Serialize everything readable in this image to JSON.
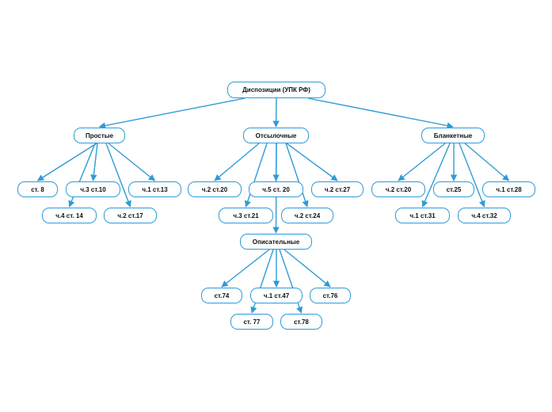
{
  "colors": {
    "edge": "#2f9bd6",
    "node_border": "#2f9bd6",
    "text": "#111111",
    "background": "#ffffff"
  },
  "root": {
    "id": "root",
    "label": "Диспозиции (УПК РФ)"
  },
  "nodes": [
    {
      "id": "root",
      "label": "Диспозиции (УПК РФ)",
      "parent": null
    },
    {
      "id": "simple",
      "label": "Простые",
      "parent": "root"
    },
    {
      "id": "ref",
      "label": "Отсылочные",
      "parent": "root"
    },
    {
      "id": "blank",
      "label": "Бланкетные",
      "parent": "root"
    },
    {
      "id": "st8",
      "label": "ст. 8",
      "parent": "simple"
    },
    {
      "id": "ch3st10",
      "label": "ч.3 ст.10",
      "parent": "simple"
    },
    {
      "id": "ch1st13",
      "label": "ч.1 ст.13",
      "parent": "simple"
    },
    {
      "id": "ch4st14",
      "label": "ч.4 ст. 14",
      "parent": "simple"
    },
    {
      "id": "ch2st17",
      "label": "ч.2 ст.17",
      "parent": "simple"
    },
    {
      "id": "ch2st20a",
      "label": "ч.2 ст.20",
      "parent": "ref"
    },
    {
      "id": "ch5st20",
      "label": "ч.5 ст. 20",
      "parent": "ref"
    },
    {
      "id": "ch2st27",
      "label": "ч.2 ст.27",
      "parent": "ref"
    },
    {
      "id": "ch3st21",
      "label": "ч.3 ст.21",
      "parent": "ref"
    },
    {
      "id": "ch2st24",
      "label": "ч.2 ст.24",
      "parent": "ref"
    },
    {
      "id": "desc",
      "label": "Описательные",
      "parent": "ref"
    },
    {
      "id": "ch2st20b",
      "label": "ч.2 ст.20",
      "parent": "blank"
    },
    {
      "id": "st25",
      "label": "ст.25",
      "parent": "blank"
    },
    {
      "id": "ch1st28",
      "label": "ч.1 ст.28",
      "parent": "blank"
    },
    {
      "id": "ch1st31",
      "label": "ч.1 ст.31",
      "parent": "blank"
    },
    {
      "id": "ch4st32",
      "label": "ч.4 ст.32",
      "parent": "blank"
    },
    {
      "id": "st74",
      "label": "ст.74",
      "parent": "desc"
    },
    {
      "id": "ch1st47",
      "label": "ч.1 ст.47",
      "parent": "desc"
    },
    {
      "id": "st76",
      "label": "ст.76",
      "parent": "desc"
    },
    {
      "id": "st77",
      "label": "ст. 77",
      "parent": "desc"
    },
    {
      "id": "st78",
      "label": "ст.78",
      "parent": "desc"
    }
  ]
}
